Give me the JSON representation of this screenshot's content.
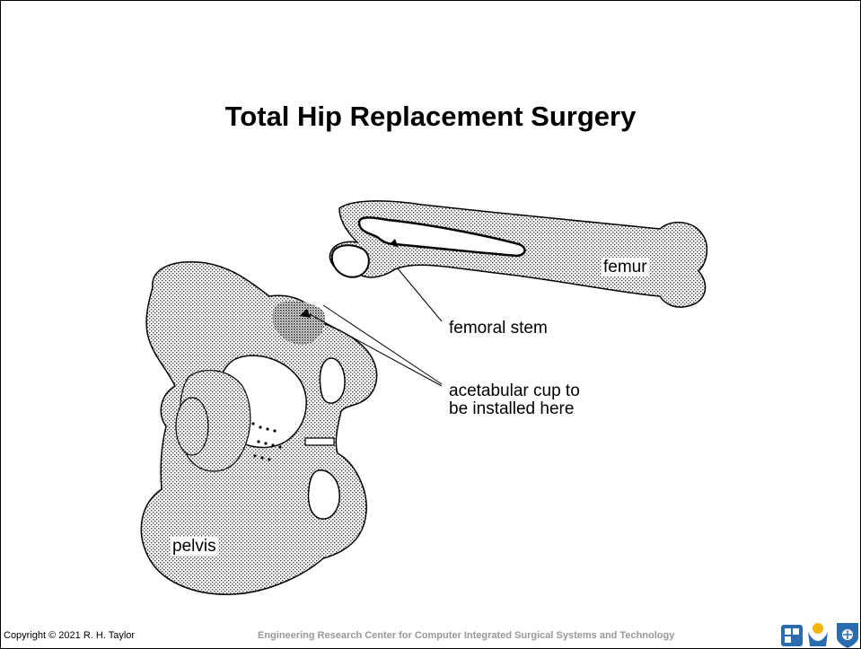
{
  "slide": {
    "title": "Total Hip Replacement Surgery"
  },
  "labels": {
    "femur": "femur",
    "pelvis": "pelvis",
    "femoral_stem": "femoral stem",
    "acetabular_line1": "acetabular cup to",
    "acetabular_line2": "be installed here"
  },
  "footer": {
    "copyright": "Copyright © 2021 R. H. Taylor",
    "center": "Engineering Research Center for Computer Integrated Surgical Systems and Technology"
  },
  "colors": {
    "stipple": "#555555",
    "footer_text": "#999999",
    "logo_blue": "#2b6cb0",
    "logo_yellow": "#f2b705"
  }
}
